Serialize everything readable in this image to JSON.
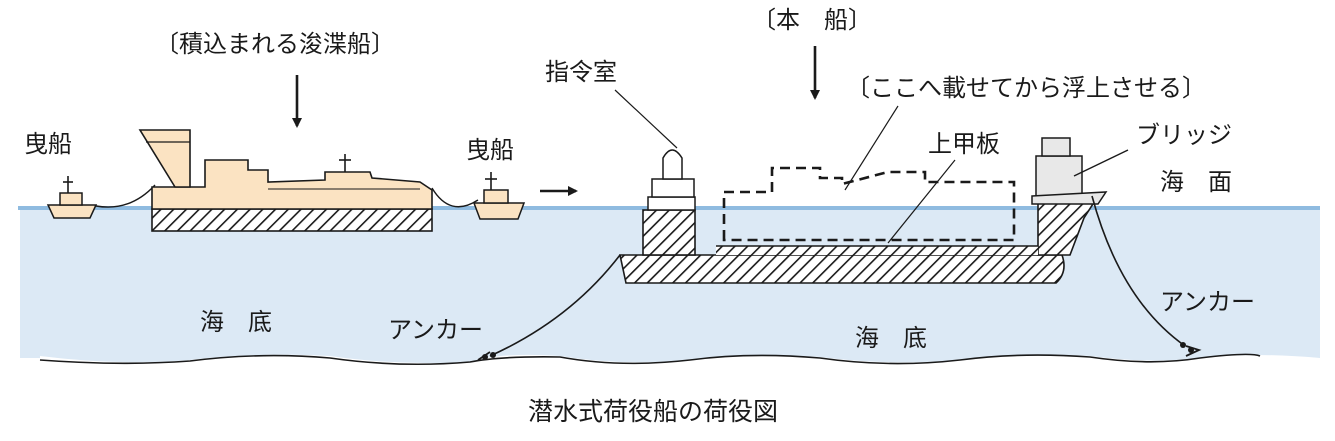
{
  "labels": {
    "barge_title": "〔積込まれる浚渫船〕",
    "main_ship_title": "〔本　船〕",
    "load_note": "〔ここへ載せてから浮上させる〕",
    "control_room": "指令室",
    "bridge": "ブリッジ",
    "upper_deck": "上甲板",
    "tug_left": "曳船",
    "tug_right": "曳船",
    "sea_surface": "海　面",
    "seabed_left": "海　底",
    "seabed_right": "海　底",
    "anchor_left": "アンカー",
    "anchor_right": "アンカー"
  },
  "caption": "潜水式荷役船の荷役図",
  "colors": {
    "sea": "#dce9f5",
    "sea_line": "#8fbbe0",
    "hull_cream": "#fbe3c2",
    "outline": "#1a1a1a",
    "superstructure_gray": "#e8e8e8"
  }
}
